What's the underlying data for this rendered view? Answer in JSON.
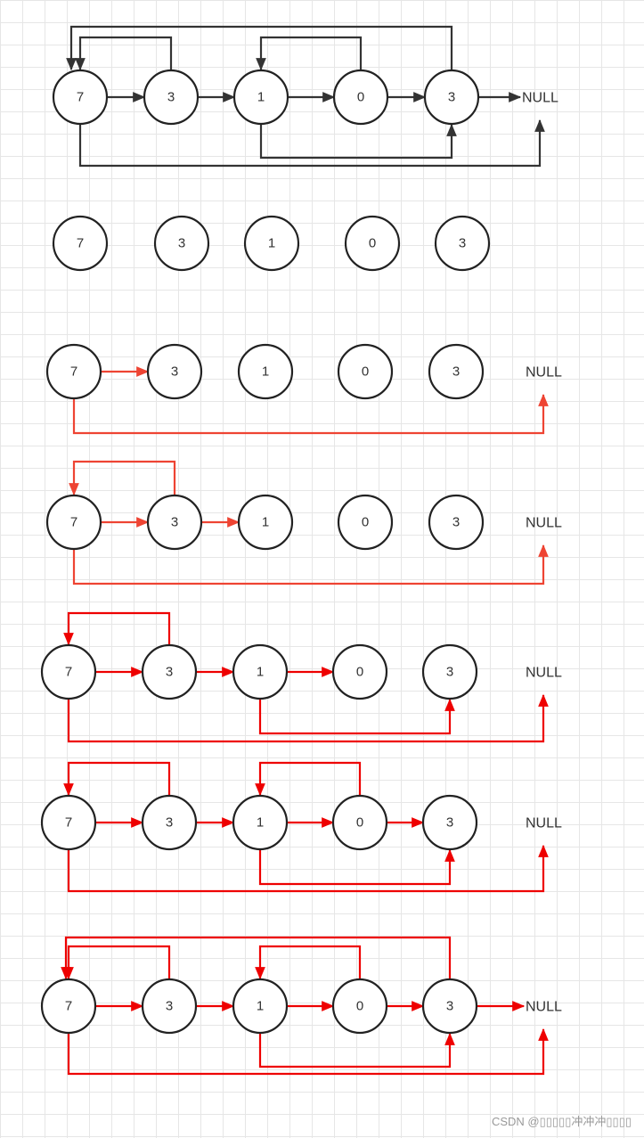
{
  "colors": {
    "black": "#333333",
    "orange_red": "#ee4433",
    "red": "#ee0000"
  },
  "null_label": "NULL",
  "watermark": "CSDN @▯▯▯▯▯冲冲冲▯▯▯▯",
  "stages": [
    {
      "values": [
        "7",
        "3",
        "1",
        "0",
        "3"
      ],
      "color": "black",
      "next": [
        0,
        1,
        2,
        3
      ],
      "tail_null": true,
      "show_null": true,
      "randoms": [
        {
          "from": 0,
          "to": "null"
        },
        {
          "from": 1,
          "to": 0
        },
        {
          "from": 2,
          "to": 4
        },
        {
          "from": 3,
          "to": 2
        },
        {
          "from": 4,
          "to": 0
        }
      ]
    },
    {
      "values": [
        "7",
        "3",
        "1",
        "0",
        "3"
      ],
      "color": "black",
      "next": [],
      "tail_null": false,
      "show_null": false,
      "randoms": []
    },
    {
      "values": [
        "7",
        "3",
        "1",
        "0",
        "3"
      ],
      "color": "orange_red",
      "next": [
        0
      ],
      "tail_null": false,
      "show_null": true,
      "randoms": [
        {
          "from": 0,
          "to": "null"
        }
      ]
    },
    {
      "values": [
        "7",
        "3",
        "1",
        "0",
        "3"
      ],
      "color": "orange_red",
      "next": [
        0,
        1
      ],
      "tail_null": false,
      "show_null": true,
      "randoms": [
        {
          "from": 0,
          "to": "null"
        },
        {
          "from": 1,
          "to": 0
        }
      ]
    },
    {
      "values": [
        "7",
        "3",
        "1",
        "0",
        "3"
      ],
      "color": "red",
      "next": [
        0,
        1,
        2
      ],
      "tail_null": false,
      "show_null": true,
      "randoms": [
        {
          "from": 0,
          "to": "null"
        },
        {
          "from": 1,
          "to": 0
        },
        {
          "from": 2,
          "to": 4
        }
      ]
    },
    {
      "values": [
        "7",
        "3",
        "1",
        "0",
        "3"
      ],
      "color": "red",
      "next": [
        0,
        1,
        2,
        3
      ],
      "tail_null": false,
      "show_null": true,
      "randoms": [
        {
          "from": 0,
          "to": "null"
        },
        {
          "from": 1,
          "to": 0
        },
        {
          "from": 2,
          "to": 4
        },
        {
          "from": 3,
          "to": 2
        }
      ]
    },
    {
      "values": [
        "7",
        "3",
        "1",
        "0",
        "3"
      ],
      "color": "red",
      "next": [
        0,
        1,
        2,
        3
      ],
      "tail_null": true,
      "show_null": true,
      "randoms": [
        {
          "from": 0,
          "to": "null"
        },
        {
          "from": 1,
          "to": 0
        },
        {
          "from": 2,
          "to": 4
        },
        {
          "from": 3,
          "to": 2
        },
        {
          "from": 4,
          "to": 0
        }
      ]
    }
  ]
}
